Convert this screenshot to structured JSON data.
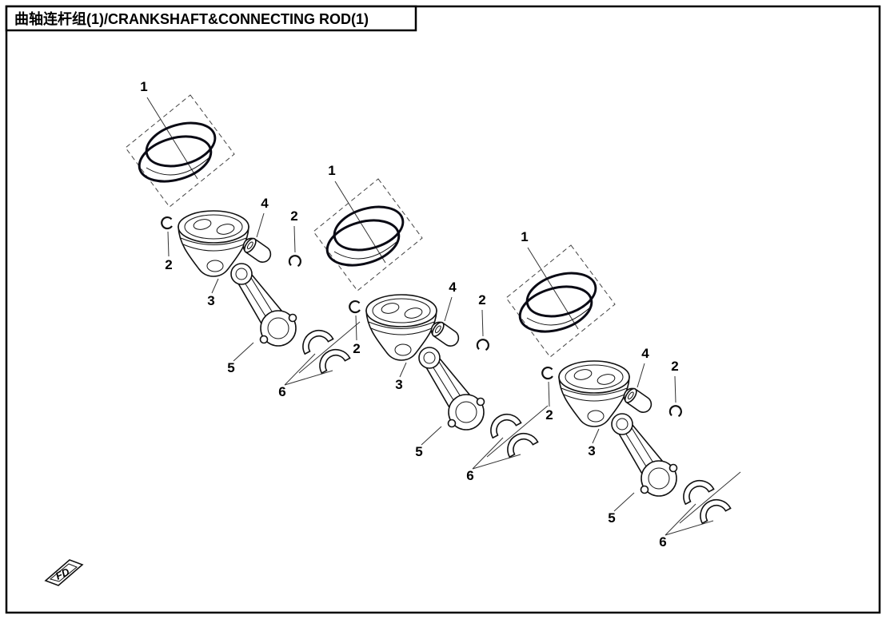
{
  "title": "曲轴连杆组(1)/CRANKSHAFT&CONNECTING ROD(1)",
  "logo_text": "FD",
  "callouts": {
    "piston_ring_set": "1",
    "circlip": "2",
    "piston": "3",
    "piston_pin": "4",
    "connecting_rod": "5",
    "bearing_shell": "6"
  }
}
